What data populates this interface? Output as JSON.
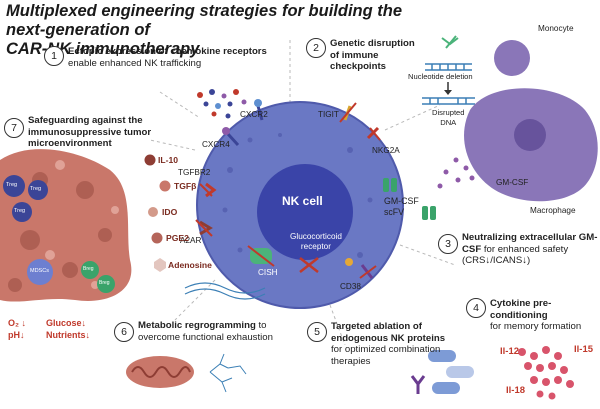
{
  "title_line1": "Multiplexed engineering strategies for building the next-generation of",
  "title_line2": "CAR-NK immunotherapy",
  "strategies": [
    {
      "num": "1",
      "bold": "Ectopic expression of chemokine receptors",
      "rest": "enable enhanced NK trafficking"
    },
    {
      "num": "2",
      "bold": "Genetic disruption of immune checkpoints",
      "rest": ""
    },
    {
      "num": "3",
      "bold": "Neutralizing extracellular GM-CSF",
      "rest": "for enhanced safety",
      "extra": "(CRS↓/ICANS↓)"
    },
    {
      "num": "4",
      "bold": "Cytokine pre-conditioning",
      "rest": "for memory formation"
    },
    {
      "num": "5",
      "bold": "Targeted ablation of endogenous NK proteins",
      "rest": "for optimized combination therapies"
    },
    {
      "num": "6",
      "bold": "Metabolic regrogramming",
      "rest": "to overcome functional exhaustion"
    },
    {
      "num": "7",
      "bold": "Safeguarding against the immunosuppressive tumor microenvironment",
      "rest": ""
    }
  ],
  "center": {
    "cell": "NK cell",
    "gcr1": "Glucocorticoid",
    "gcr2": "receptor"
  },
  "receptors": {
    "cxcr2": "CXCR2",
    "cxcr4": "CXCR4",
    "tigit": "TIGIT",
    "nkg2a": "NKG2A",
    "tgfbr2": "TGFBR2",
    "a2ar": "A2AR",
    "cish": "CISH",
    "cd38": "CD38"
  },
  "crispr": {
    "deletion": "Nucleotide deletion",
    "disrupted1": "Disrupted",
    "disrupted2": "DNA"
  },
  "gmcsf": {
    "label": "GM-CSF",
    "scfv1": "GM-CSF",
    "scfv2": "scFV",
    "monocyte": "Monocyte",
    "macrophage": "Macrophage"
  },
  "tme": {
    "il10": "IL-10",
    "tgfb": "TGFβ",
    "ido": "IDO",
    "pge2": "PGE2",
    "adenosine": "Adenosine",
    "treg": "Treg",
    "mdsc": "MDSCs",
    "breg": "Breg",
    "o2": "O₂ ↓",
    "glucose": "Glucose↓",
    "ph": "pH↓",
    "nutrients": "Nutrients↓"
  },
  "cytokines": {
    "il12": "Il-12",
    "il15": "Il-15",
    "il18": "Il-18"
  },
  "colors": {
    "nk_cell": "#6a78c4",
    "nucleus": "#3a44a8",
    "tumor": "#c9776a",
    "macrophage": "#8a76b8",
    "red_text": "#c0392b"
  }
}
